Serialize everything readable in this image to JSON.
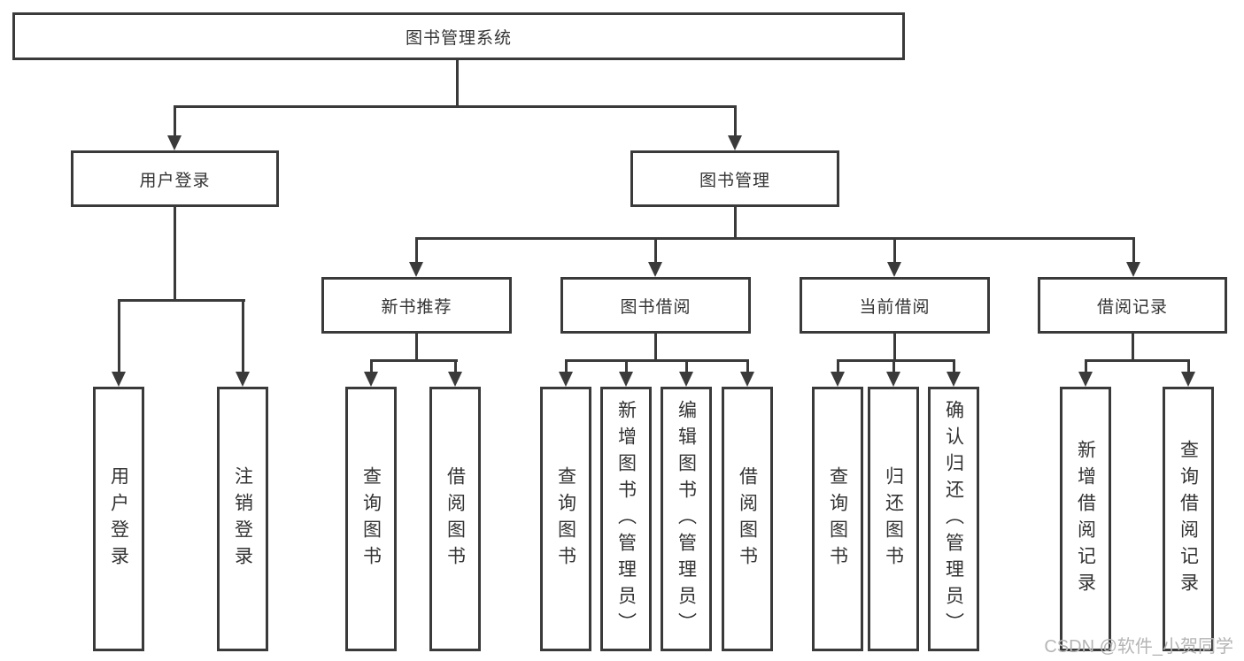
{
  "colors": {
    "line": "#3a3a3a",
    "text": "#333333",
    "watermark": "#b5b5b5",
    "background": "#ffffff"
  },
  "tree": {
    "root": "图书管理系统",
    "user_login": {
      "label": "用户登录",
      "children": [
        "用户登录",
        "注销登录"
      ]
    },
    "book_mgmt": {
      "label": "图书管理",
      "sections": [
        {
          "label": "新书推荐",
          "children": [
            "查询图书",
            "借阅图书"
          ]
        },
        {
          "label": "图书借阅",
          "children": [
            "查询图书",
            "新增图书（管理员）",
            "编辑图书（管理员）",
            "借阅图书"
          ]
        },
        {
          "label": "当前借阅",
          "children": [
            "查询图书",
            "归还图书",
            "确认归还（管理员）"
          ]
        },
        {
          "label": "借阅记录",
          "children": [
            "新增借阅记录",
            "查询借阅记录"
          ]
        }
      ]
    }
  },
  "watermark": {
    "text": "CSDN @软件_小贺同学"
  }
}
